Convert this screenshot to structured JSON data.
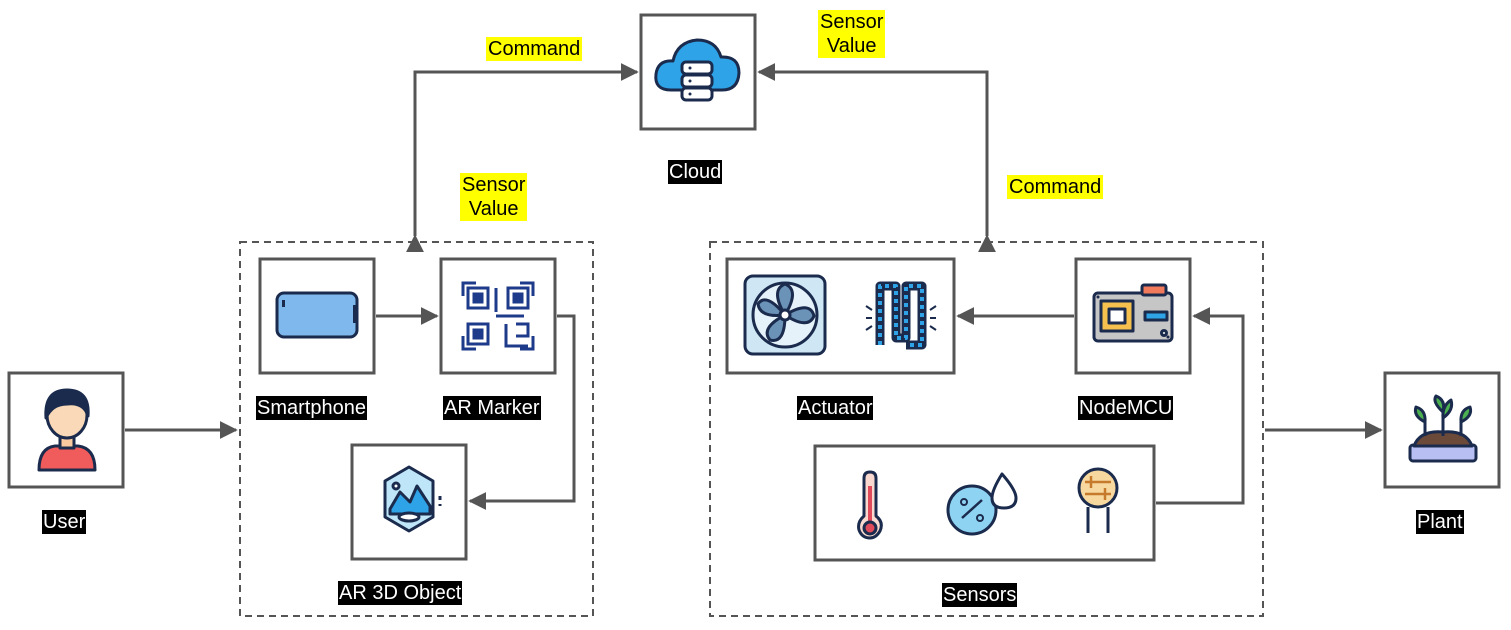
{
  "nodes": {
    "cloud": "Cloud",
    "user": "User",
    "smartphone": "Smartphone",
    "ar_marker": "AR Marker",
    "ar_3d_object": "AR 3D Object",
    "actuator": "Actuator",
    "nodemcu": "NodeMCU",
    "sensors": "Sensors",
    "plant": "Plant"
  },
  "flows": {
    "left_top": "Command",
    "left_bottom": [
      "Sensor",
      "Value"
    ],
    "right_top": [
      "Sensor",
      "Value"
    ],
    "right_bottom": "Command"
  },
  "icons": [
    "cloud-database-icon",
    "user-icon",
    "smartphone-icon",
    "qr-code-icon",
    "3d-object-icon",
    "fan-icon",
    "conveyor-icon",
    "microcontroller-icon",
    "thermometer-icon",
    "humidity-icon",
    "light-sensor-icon",
    "plant-icon"
  ],
  "colors": {
    "node_label_bg": "#000000",
    "flow_label_bg": "#ffff00",
    "connector": "#555555"
  }
}
